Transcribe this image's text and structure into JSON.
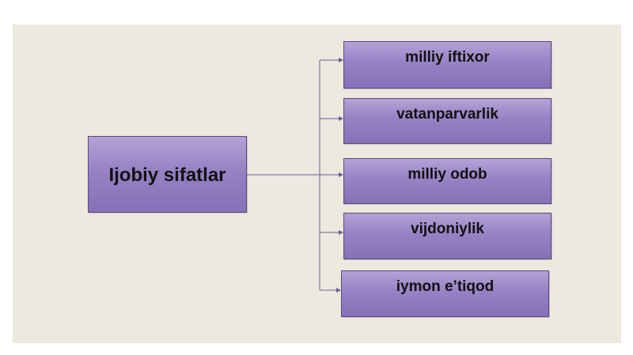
{
  "diagram": {
    "root": {
      "label": "Ijobiy sifatlar"
    },
    "children": [
      {
        "label": "milliy iftixor"
      },
      {
        "label": "vatanparvarlik"
      },
      {
        "label": "milliy odob"
      },
      {
        "label": "vijdoniylik"
      },
      {
        "label": "iymon e’tiqod"
      }
    ]
  },
  "colors": {
    "background": "#ece9df",
    "node_fill": "#9682c4",
    "node_border": "#5a4a7a",
    "connector": "#6e5a96"
  }
}
